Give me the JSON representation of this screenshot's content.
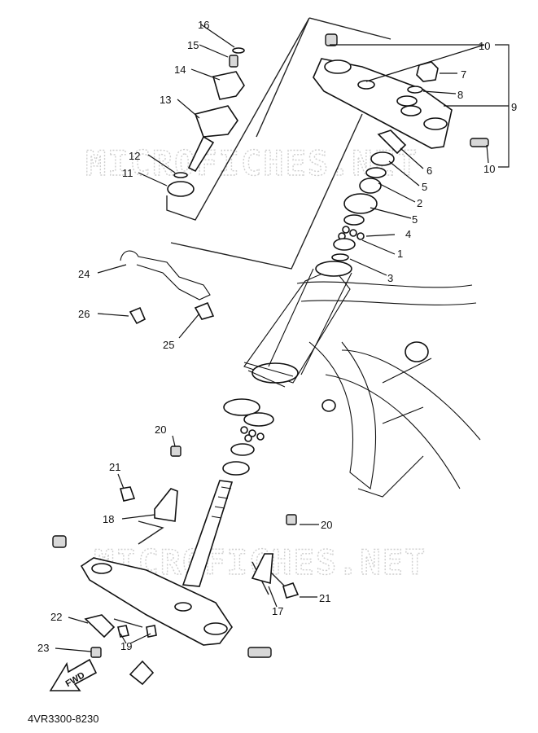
{
  "watermarks": [
    "MICROFICHES.NET",
    "MICROFICHES.NET"
  ],
  "diagram_code": "4VR3300-8230",
  "direction_badge": "FWD",
  "callouts": [
    "1",
    "2",
    "3",
    "4",
    "5",
    "5",
    "6",
    "7",
    "8",
    "9",
    "10",
    "10",
    "11",
    "12",
    "13",
    "14",
    "15",
    "16",
    "17",
    "18",
    "19",
    "20",
    "20",
    "21",
    "21",
    "22",
    "23",
    "24",
    "25",
    "26"
  ]
}
